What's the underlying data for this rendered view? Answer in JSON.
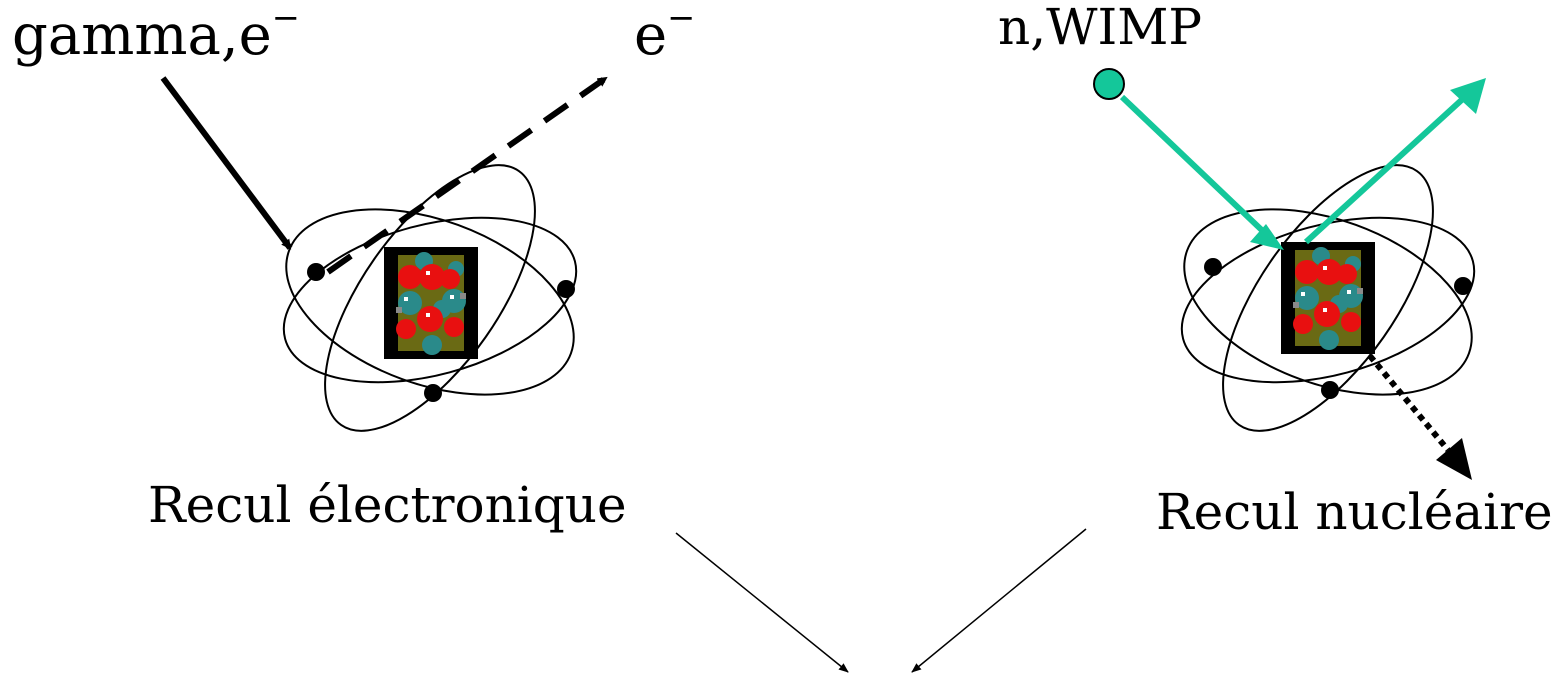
{
  "labels": {
    "incoming_left_base": "gamma,e",
    "incoming_left_sup": "−",
    "outgoing_left_base": "e",
    "outgoing_left_sup": "−",
    "incoming_right": "n,WIMP",
    "recoil_electronic": "Recul électronique",
    "recoil_nuclear": "Recul nucléaire"
  },
  "colors": {
    "wimp_arrow": "#14C79A",
    "ink": "#000000",
    "proton": "#E81010",
    "neutron": "#2A8A8A",
    "nucleus_bg": "#000000",
    "nucleus_ring": "#7A7A10"
  }
}
